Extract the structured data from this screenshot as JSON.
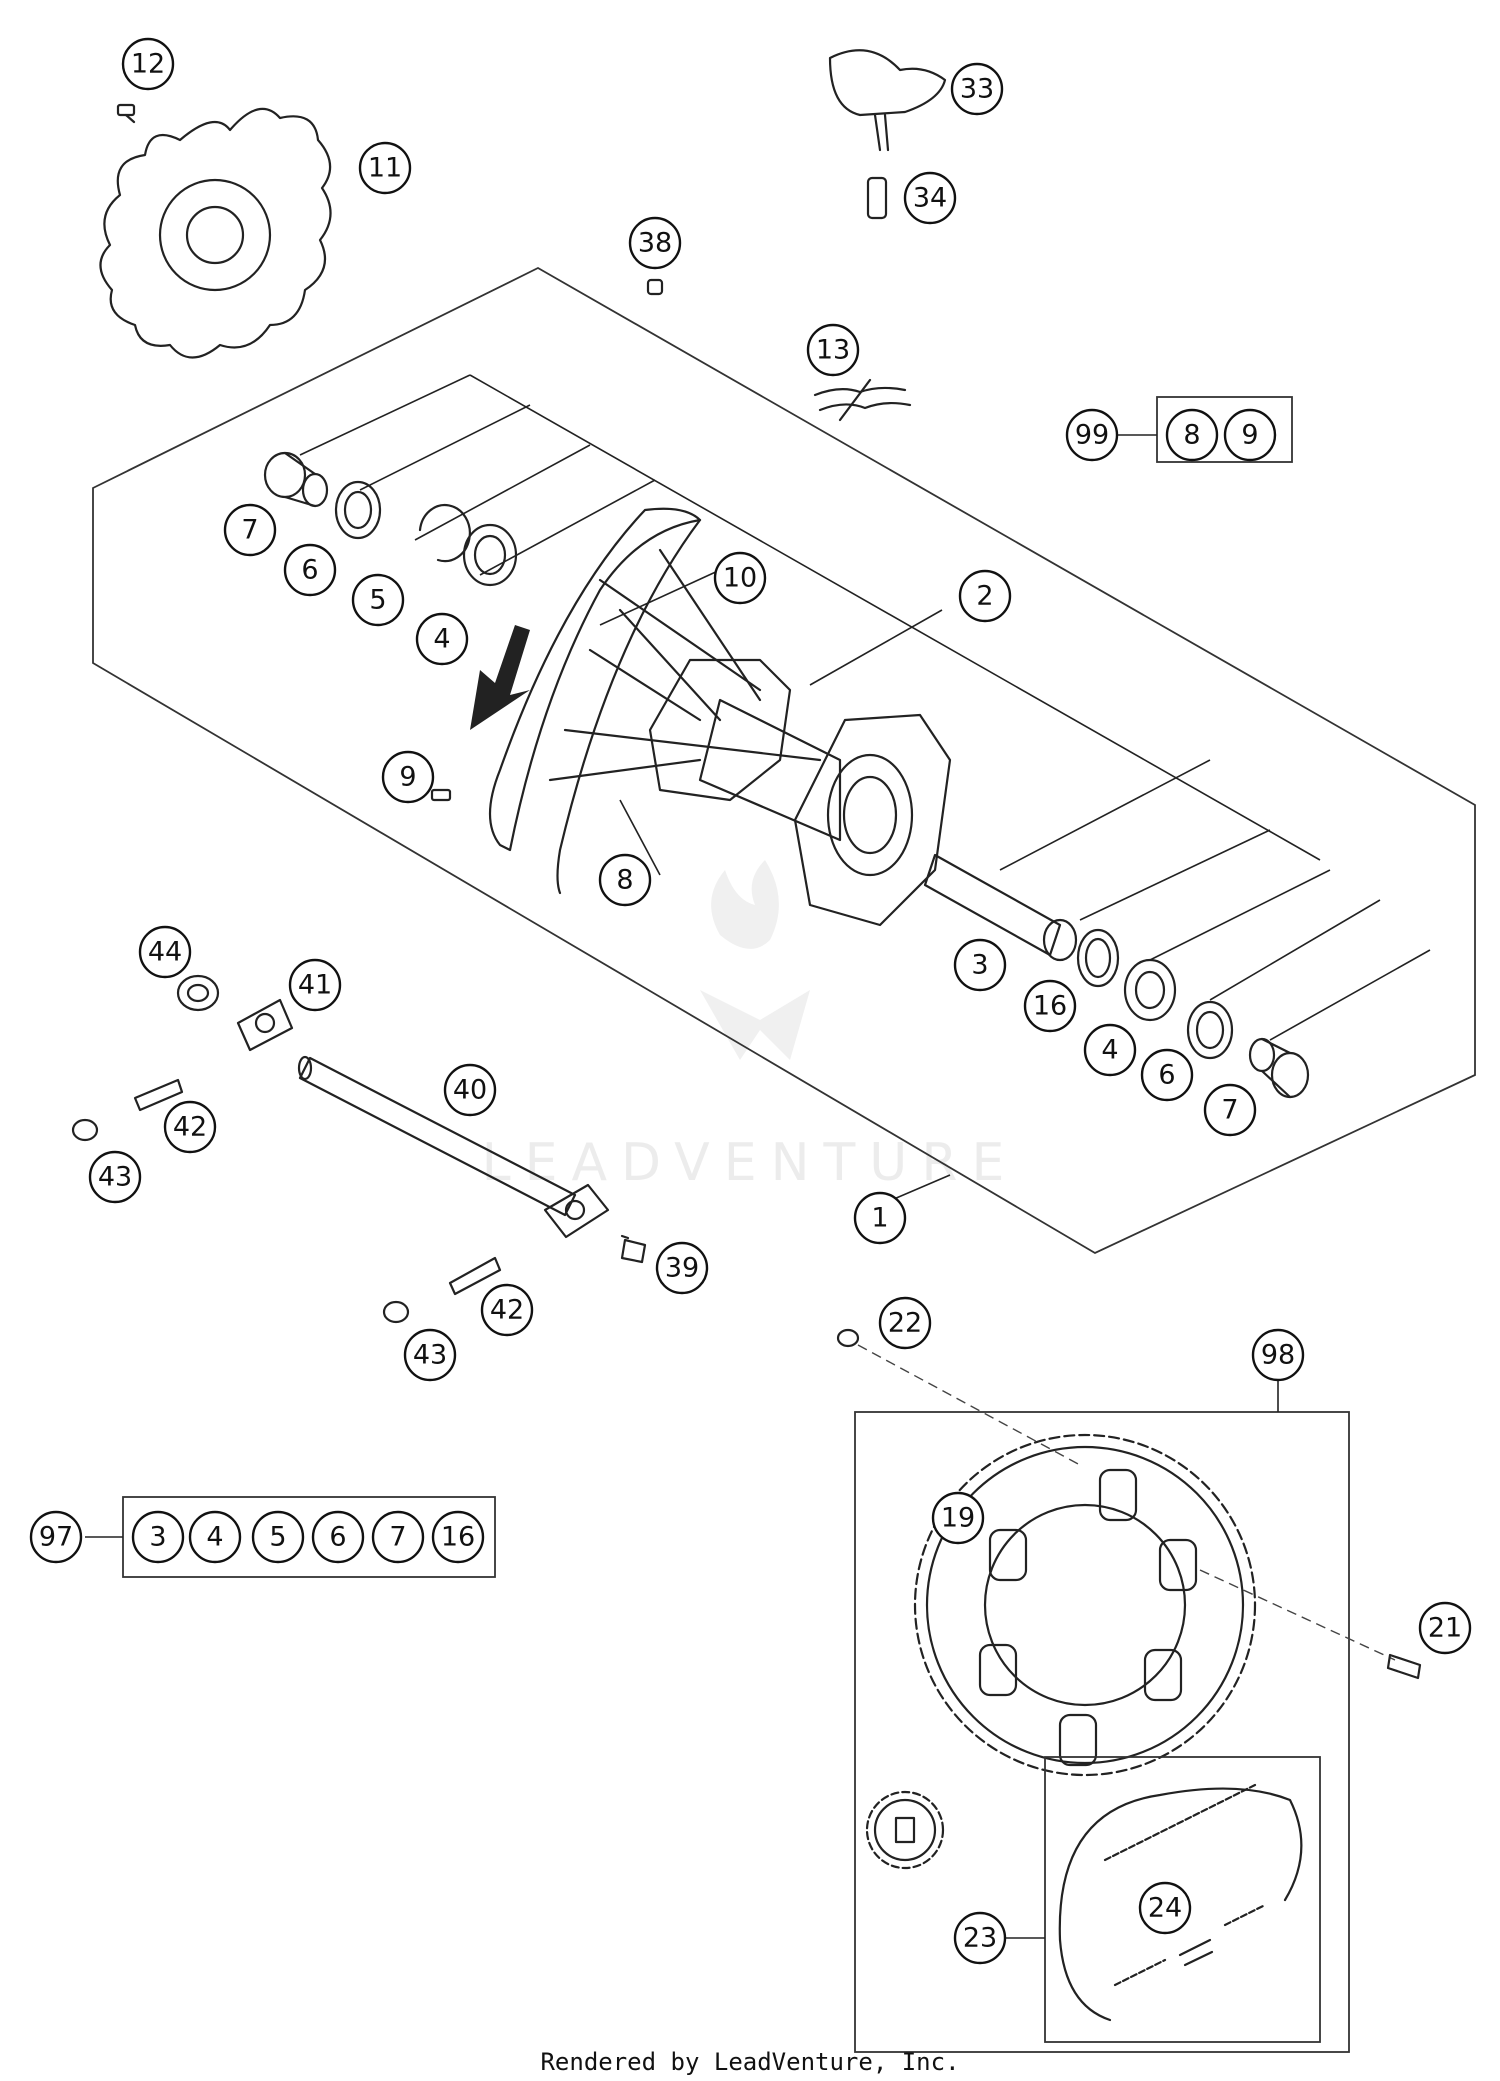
{
  "diagram_title": "",
  "watermark": "LEADVENTURE",
  "credit": "Rendered by LeadVenture, Inc.",
  "callouts": {
    "c1": "1",
    "c2": "2",
    "c3": "3",
    "c4a": "4",
    "c4b": "4",
    "c5": "5",
    "c6a": "6",
    "c6b": "6",
    "c7a": "7",
    "c7b": "7",
    "c8": "8",
    "c9": "9",
    "c10": "10",
    "c11": "11",
    "c12": "12",
    "c13": "13",
    "c16": "16",
    "c19": "19",
    "c21": "21",
    "c22": "22",
    "c23": "23",
    "c24": "24",
    "c33": "33",
    "c34": "34",
    "c38": "38",
    "c39": "39",
    "c40": "40",
    "c41": "41",
    "c42a": "42",
    "c42b": "42",
    "c43a": "43",
    "c43b": "43",
    "c44": "44",
    "c97": "97",
    "c98": "98",
    "c99": "99"
  },
  "kit_99": {
    "label": "99",
    "items": [
      "8",
      "9"
    ]
  },
  "kit_97": {
    "label": "97",
    "items": [
      "3",
      "4",
      "5",
      "6",
      "7",
      "16"
    ]
  }
}
